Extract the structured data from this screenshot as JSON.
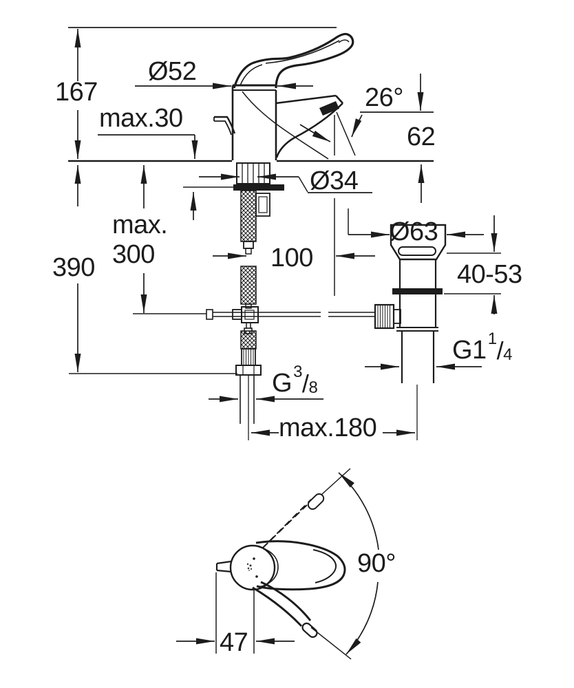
{
  "colors": {
    "line": "#1c1c1c",
    "background": "#ffffff"
  },
  "dimensions": {
    "overall_height": "167",
    "handle_cap_diameter": "Ø52",
    "max_deck_thickness": "max.30",
    "spout_angle": "26°",
    "spout_outlet_height": "62",
    "shank_diameter": "Ø34",
    "max_hose_drop": "max.\n300",
    "under_deck_depth": "390",
    "spout_projection": "100",
    "waste_flange_diameter": "Ø63",
    "waste_clamp_range": "40-53",
    "waste_thread": {
      "base": "G1",
      "numerator": "1",
      "slash": "/",
      "denominator": "4"
    },
    "supply_thread": {
      "base": "G",
      "numerator": "3",
      "slash": "/",
      "denominator": "8"
    },
    "max_rod_length": "max.180",
    "handle_swivel_angle": "90°",
    "handle_axis_offset": "47"
  }
}
